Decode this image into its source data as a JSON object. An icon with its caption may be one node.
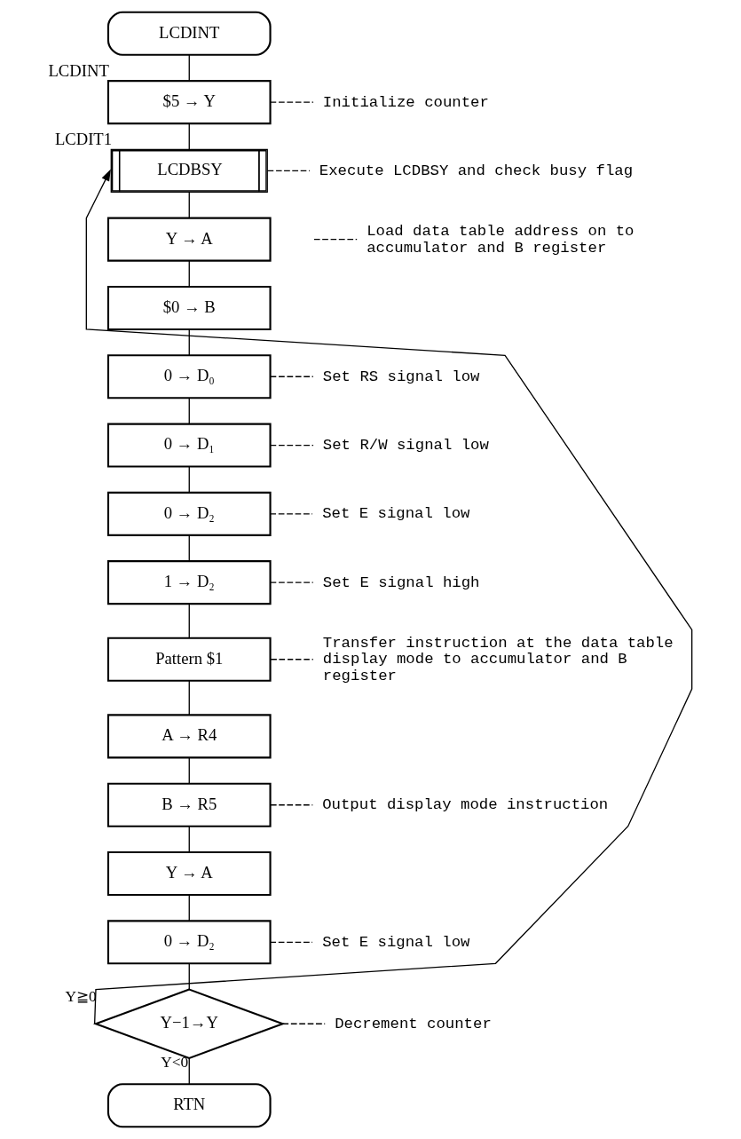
{
  "diagram": {
    "nodes": [
      {
        "text": [
          "LCDINT"
        ]
      },
      {
        "text": [
          "$5 → Y"
        ],
        "beside": [
          "LCDINT"
        ]
      },
      {
        "text": [
          "LCDBSY"
        ],
        "beside": [
          "LCDIT1"
        ]
      },
      {
        "text": [
          "Y → A"
        ]
      },
      {
        "text": [
          "$0 → B"
        ]
      },
      {
        "text": [
          "0 → D₀"
        ]
      },
      {
        "text": [
          "0 → D₁"
        ]
      },
      {
        "text": [
          "0 → D₂"
        ]
      },
      {
        "text": [
          "1 → D₂"
        ]
      },
      {
        "text": [
          "Pattern $1"
        ]
      },
      {
        "text": [
          "A → R4"
        ]
      },
      {
        "text": [
          "B → R5"
        ]
      },
      {
        "text": [
          "Y → A"
        ]
      },
      {
        "text": [
          "0 → D₂"
        ]
      },
      {
        "text": [
          "Y−1→Y"
        ]
      },
      {
        "text": [
          "RTN"
        ]
      },
      {
        "text": [
          "Initialize counter"
        ]
      },
      {
        "text": [
          "Execute LCDBSY and check busy flag"
        ]
      },
      {
        "text": [
          "Load data table address on to accumulator and B register"
        ]
      },
      {
        "text": [
          "Set RS signal low"
        ]
      },
      {
        "text": [
          "Set R/W signal low"
        ]
      },
      {
        "text": [
          "Set E signal low"
        ]
      },
      {
        "text": [
          "Set E signal high"
        ]
      },
      {
        "text": [
          "Transfer instruction at the data table display mode to accumulator and B register"
        ]
      },
      {
        "text": [
          "Output display mode instruction"
        ]
      },
      {
        "text": [
          "Set E signal low"
        ]
      },
      {
        "text": [
          "Decrement counter"
        ]
      }
    ],
    "edges": [
      {
        "from": 0,
        "to": 1,
        "arrow": "none"
      },
      {
        "from": 1,
        "to": 2,
        "arrow": "none"
      },
      {
        "from": 2,
        "to": 3,
        "arrow": "none"
      },
      {
        "from": 3,
        "to": 4,
        "arrow": "none"
      },
      {
        "from": 4,
        "to": 5,
        "arrow": "none"
      },
      {
        "from": 5,
        "to": 6,
        "arrow": "none"
      },
      {
        "from": 6,
        "to": 7,
        "arrow": "none"
      },
      {
        "from": 7,
        "to": 8,
        "arrow": "none"
      },
      {
        "from": 8,
        "to": 9,
        "arrow": "none"
      },
      {
        "from": 9,
        "to": 10,
        "arrow": "none"
      },
      {
        "from": 10,
        "to": 11,
        "arrow": "none"
      },
      {
        "from": 11,
        "to": 12,
        "arrow": "none"
      },
      {
        "from": 12,
        "to": 13,
        "arrow": "none"
      },
      {
        "from": 13,
        "to": 14,
        "arrow": "none"
      },
      {
        "from": 14,
        "to": 15,
        "arrow": "none",
        "label": "Y<0"
      },
      {
        "from": 14,
        "to": 2,
        "arrow": "to",
        "label": "Y≧0"
      },
      {
        "from": 1,
        "to": 16,
        "arrow": "none",
        "style": "dashed"
      },
      {
        "from": 2,
        "to": 17,
        "arrow": "none",
        "style": "dashed"
      },
      {
        "from": null,
        "to": 18,
        "arrow": "none",
        "style": "dashed"
      },
      {
        "from": 5,
        "to": 19,
        "arrow": "none",
        "style": "dashed"
      },
      {
        "from": 6,
        "to": 20,
        "arrow": "none",
        "style": "dashed"
      },
      {
        "from": 7,
        "to": 21,
        "arrow": "none",
        "style": "dashed"
      },
      {
        "from": 8,
        "to": 22,
        "arrow": "none",
        "style": "dashed"
      },
      {
        "from": 9,
        "to": 23,
        "arrow": "none",
        "style": "dashed"
      },
      {
        "from": 11,
        "to": 24,
        "arrow": "none",
        "style": "dashed"
      },
      {
        "from": 13,
        "to": 25,
        "arrow": "none",
        "style": "dashed"
      },
      {
        "from": 14,
        "to": 26,
        "arrow": "none",
        "style": "dashed"
      }
    ]
  }
}
